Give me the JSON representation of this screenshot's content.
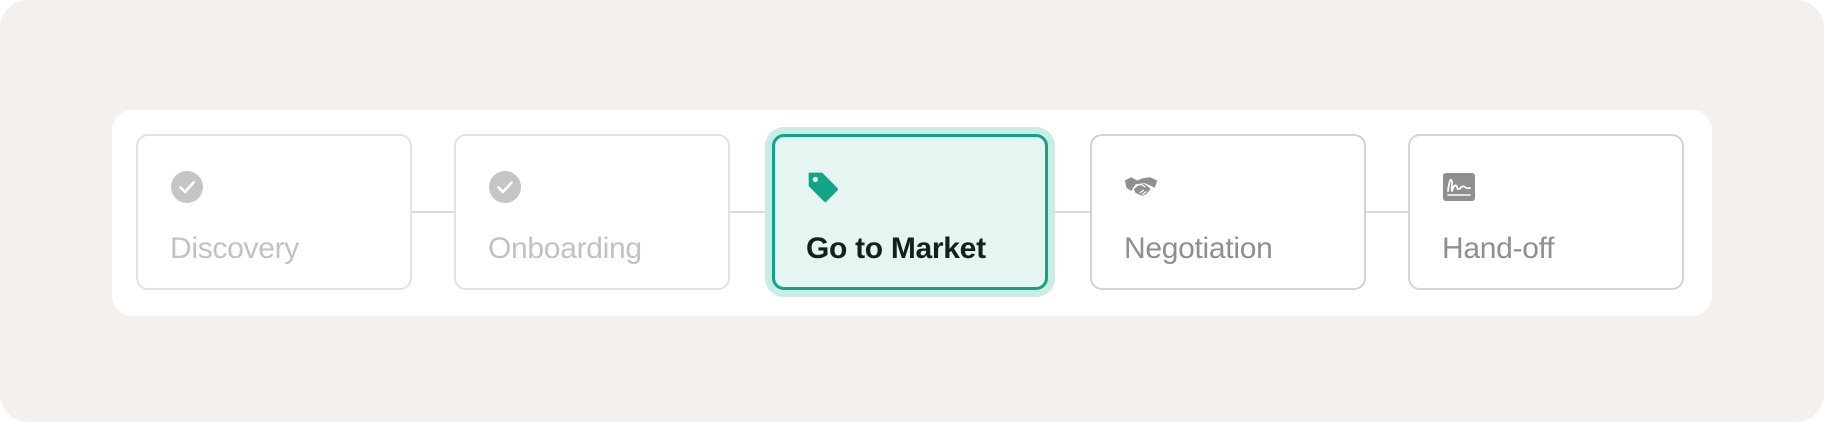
{
  "steps": [
    {
      "label": "Discovery",
      "status": "completed",
      "icon": "check-circle-icon"
    },
    {
      "label": "Onboarding",
      "status": "completed",
      "icon": "check-circle-icon"
    },
    {
      "label": "Go to Market",
      "status": "current",
      "icon": "price-tag-icon"
    },
    {
      "label": "Negotiation",
      "status": "upcoming",
      "icon": "handshake-icon"
    },
    {
      "label": "Hand-off",
      "status": "upcoming",
      "icon": "signature-icon"
    }
  ],
  "colors": {
    "background": "#f3f0ed",
    "panel": "#ffffff",
    "accent": "#13a387",
    "accent_fill": "#e5f5f1",
    "accent_glow": "#c9ece4",
    "completed_icon": "#c5c5c5",
    "completed_text": "#c2c2c2",
    "upcoming_icon": "#8f8f8f",
    "upcoming_text": "#8f8f8f",
    "current_text": "#14201d",
    "connector": "#dcdcdc"
  }
}
